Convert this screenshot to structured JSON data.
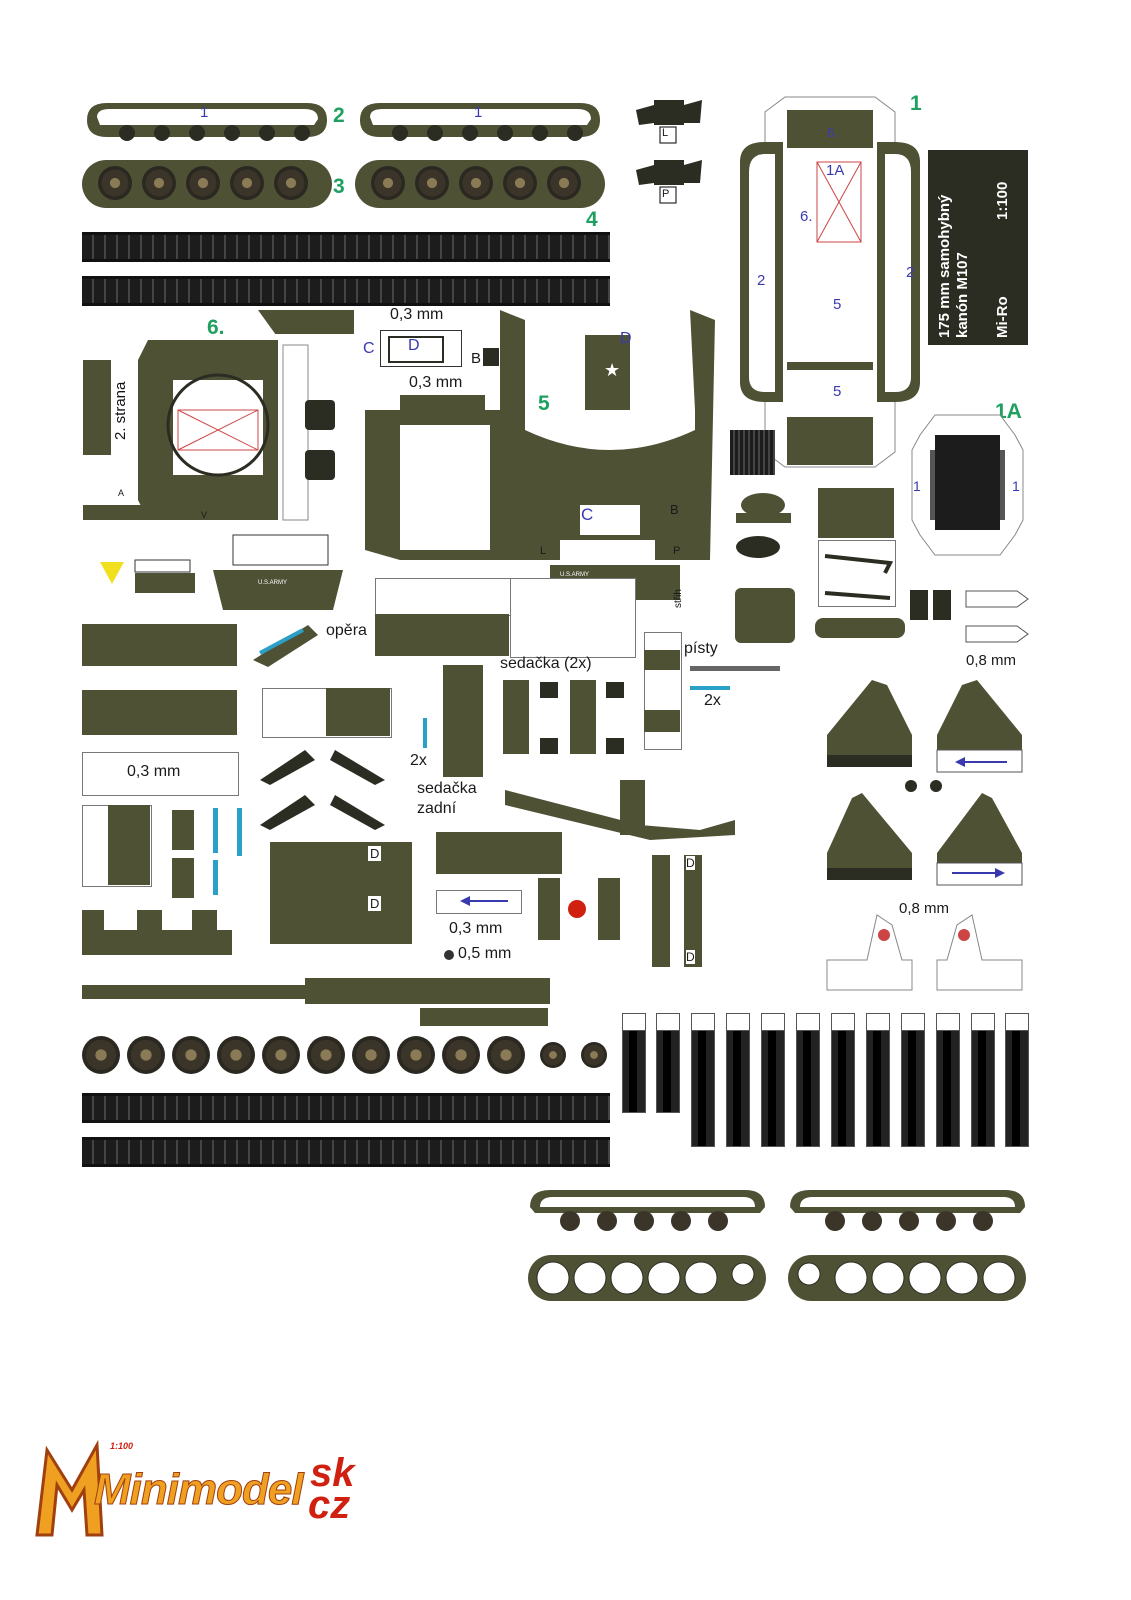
{
  "part_numbers": {
    "n1": "1",
    "n1A": "1A",
    "n2": "2",
    "n3": "3",
    "n4": "4",
    "n5": "5",
    "n6": "6."
  },
  "title_block": {
    "line1": "175 mm samohybný",
    "line2": "kanón M107",
    "scale": "1:100",
    "author": "Mi-Ro"
  },
  "labels": {
    "thickness_03": "0,3 mm",
    "thickness_05": "0,5 mm",
    "thickness_08": "0,8 mm",
    "druha_strana": "2. strana",
    "opera": "opěra",
    "sedacka_2x": "sedačka (2x)",
    "sedacka_zadni_1": "sedačka",
    "sedacka_zadni_2": "zadní",
    "pisty": "písty",
    "x2": "2x",
    "strih": "střih",
    "us_army": "U.S.ARMY"
  },
  "markings": {
    "one": "1",
    "two": "2",
    "five": "5",
    "six": "6.",
    "oneA": "1A",
    "A": "A",
    "B": "B",
    "C": "C",
    "D": "D",
    "L": "L",
    "P": "P",
    "V": "V"
  },
  "logo": {
    "text": "Minimodel",
    "sk": "sk",
    "cz": "cz",
    "small": "1:100"
  },
  "colors": {
    "olive": "#4f5135",
    "dark": "#2b2c22",
    "accent_green": "#20a060",
    "logo_orange": "#f0a020",
    "logo_red": "#d02010",
    "marker_blue": "#3a3ab0",
    "pin_cyan": "#2aa0c8"
  }
}
